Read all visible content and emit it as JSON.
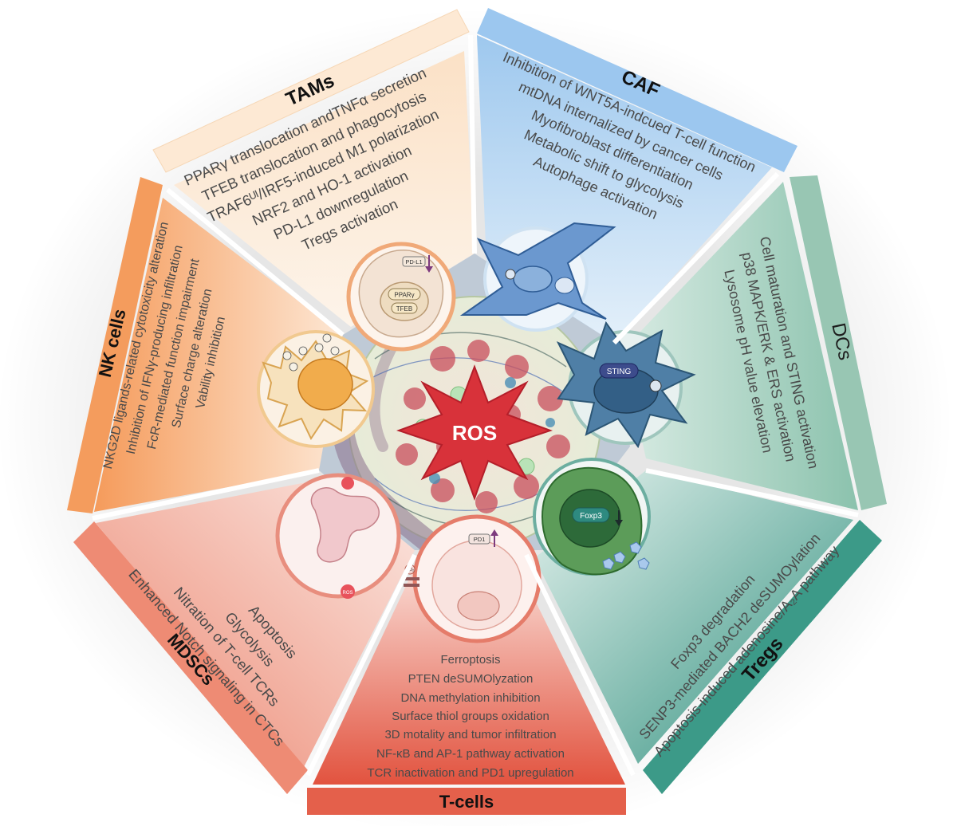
{
  "center": {
    "label": "ROS"
  },
  "sectors": {
    "tams": {
      "title": "TAMs",
      "items": [
        "PPARγ translocation andTNFα secretion",
        "TFEB translocation and phagocytosis",
        "TRAF6ᵁᴵ/IRF5-induced M1 polarization",
        "NRF2 and HO-1 activation",
        "PD-L1 downregulation",
        "Tregs activation"
      ]
    },
    "caf": {
      "title": "CAF",
      "items": [
        "Inhibition of WNT5A-indcued T-cell function",
        "mtDNA internalized by cancer cells",
        "Myofibroblast differentiation",
        "Metabolic shift to glycolysis",
        "Autophage activation"
      ]
    },
    "dcs": {
      "title": "DCs",
      "items": [
        "Cell maturation and STING activation",
        "p38 MAPK/ERK & ERS activation",
        "Lysosome pH value elevation"
      ]
    },
    "tregs": {
      "title": "Tregs",
      "items": [
        "Foxp3 degradation",
        "SENP3-mediated BACH2 deSUMOylation",
        "Apoptosis-induced adenosine/A₂A pathway"
      ]
    },
    "tcells": {
      "title": "T-cells",
      "items": [
        "Ferroptosis",
        "PTEN deSUMOlyzation",
        "DNA methylation inhibition",
        "Surface thiol groups oxidation",
        "3D motality and tumor infiltration",
        "NF-κB and AP-1 pathway activation",
        "TCR inactivation and PD1 upregulation"
      ]
    },
    "mdscs": {
      "title": "MDSCs",
      "items": [
        "Apoptosis",
        "Glycolysis",
        "Nitration of T-cell TCRs",
        "Enhanced Notch signaling in CTCs"
      ]
    },
    "nk": {
      "title": "NK cells",
      "items": [
        "NKG2D ligands-related cytotoxicity alteration",
        "Inhibition of IFNγ-producing infiltration",
        "FcR-mediated function impairment",
        "Surface charge alteration",
        "Vability inhibition"
      ]
    }
  },
  "cell_labels": {
    "pdl1": "PD-L1",
    "ppar": "PPARγ",
    "tfeb": "TFEB",
    "sting": "STING",
    "foxp3": "Foxp3",
    "pd1": "PD1",
    "ros_small": "ROS",
    "no2": "NO₂"
  },
  "colors": {
    "tams": "#fbe7d3",
    "caf": "#a9cdef",
    "dcs": "#9fcbb9",
    "tregs": "#3f9d8b",
    "tcells": "#e36a55",
    "mdscs": "#ef8f78",
    "nk": "#f6a467",
    "ros": "#d8323a"
  }
}
